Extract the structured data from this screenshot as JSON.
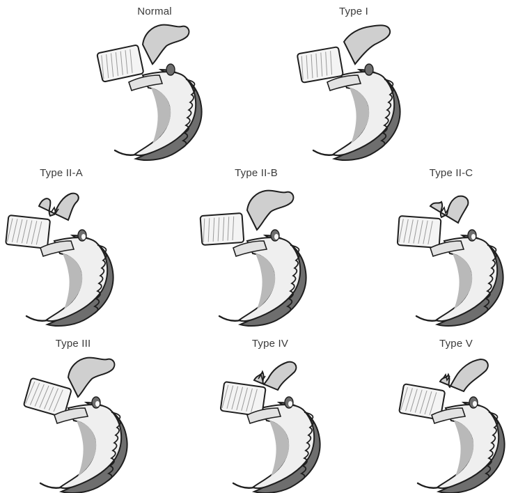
{
  "figure": {
    "panels": [
      {
        "key": "normal",
        "label": "Normal",
        "variant": "normal"
      },
      {
        "key": "type1",
        "label": "Type I",
        "variant": "type1"
      },
      {
        "key": "type2a",
        "label": "Type II-A",
        "variant": "type2a"
      },
      {
        "key": "type2b",
        "label": "Type II-B",
        "variant": "type2b"
      },
      {
        "key": "type2c",
        "label": "Type II-C",
        "variant": "type2c"
      },
      {
        "key": "type3",
        "label": "Type III",
        "variant": "type3"
      },
      {
        "key": "type4",
        "label": "Type IV",
        "variant": "type4"
      },
      {
        "key": "type5",
        "label": "Type V",
        "variant": "type5"
      }
    ],
    "colors": {
      "ink": "#1e1e1e",
      "shade": "#6e6e6e",
      "light": "#efefef",
      "label": "#3a3a3a"
    }
  }
}
